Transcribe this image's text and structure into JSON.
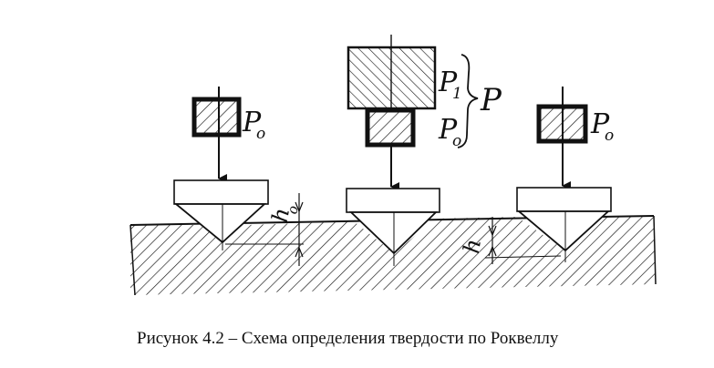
{
  "labels": {
    "load_p0": "P",
    "load_p0_sub": "o",
    "load_p1": "P",
    "load_p1_sub": "1",
    "load_p": "P",
    "depth_h0": "h",
    "depth_h0_sub": "o",
    "depth_h": "h"
  },
  "caption": "Рисунок 4.2 – Схема определения твердости по Роквеллу",
  "colors": {
    "ink": "#111111",
    "paper": "#ffffff"
  }
}
